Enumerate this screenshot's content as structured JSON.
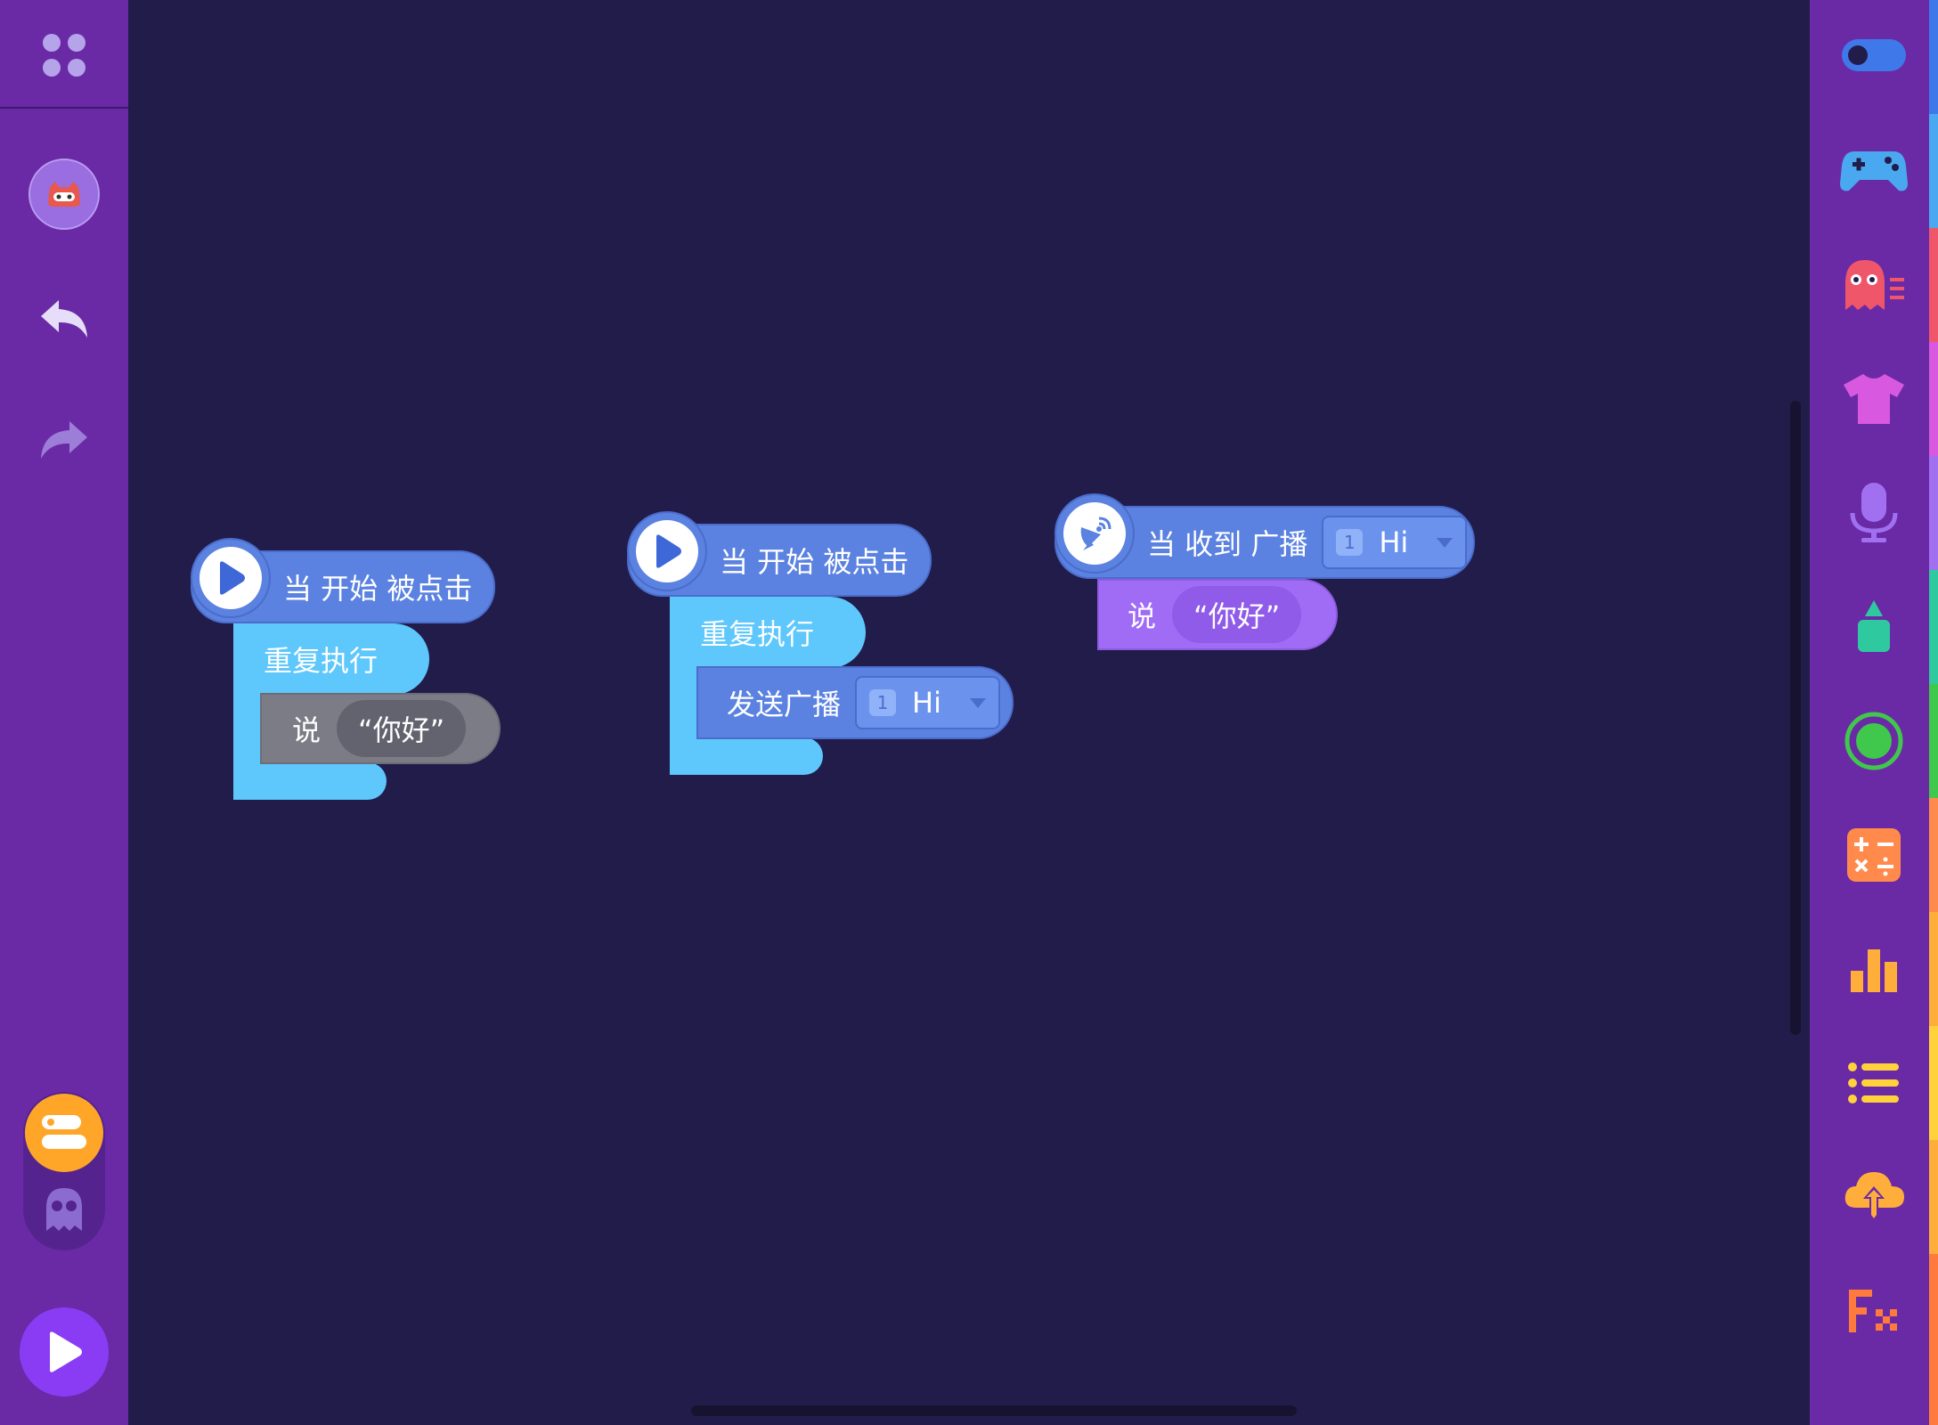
{
  "blocks": {
    "script1": {
      "hat_label": "当 开始 被点击",
      "loop_label": "重复执行",
      "say_label": "说",
      "say_text": "“你好”"
    },
    "script2": {
      "hat_label": "当 开始 被点击",
      "loop_label": "重复执行",
      "broadcast_label": "发送广播",
      "msg_num": "1",
      "msg_text": "Hi"
    },
    "script3": {
      "hat_label": "当 收到 广播",
      "msg_num": "1",
      "msg_text": "Hi",
      "say_label": "说",
      "say_text": "“你好”"
    }
  },
  "colors": {
    "canvas": "#221c4b",
    "sidebar": "#6a2aa6",
    "event_block": "#5b82e0",
    "control_block": "#5ec7fc",
    "looks_block_gray": "#7c7c86",
    "looks_block_purple": "#a06cf5",
    "run_button": "#8a3cf5",
    "mode_active": "#ffa629"
  },
  "left_sidebar": {
    "icons": [
      "apps-grid-icon",
      "sprite-avatar",
      "undo-icon",
      "redo-icon",
      "code-mode-icon",
      "sprite-mode-icon",
      "run-icon"
    ]
  },
  "right_sidebar": {
    "categories": [
      "toggle-icon",
      "gamepad-icon",
      "ghost-motion-icon",
      "tshirt-icon",
      "microphone-icon",
      "pen-icon",
      "sensor-icon",
      "operators-icon",
      "bar-chart-icon",
      "list-icon",
      "cloud-upload-icon",
      "functions-icon"
    ]
  }
}
